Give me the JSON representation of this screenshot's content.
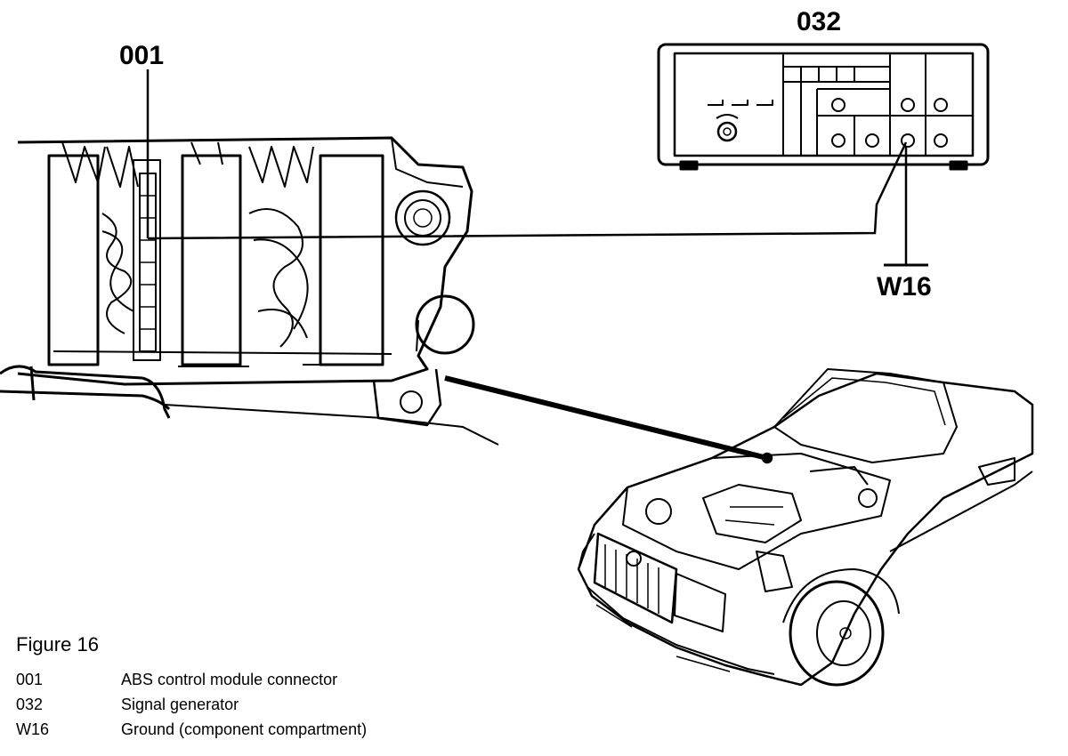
{
  "labels": {
    "connector": "001",
    "generator": "032",
    "ground": "W16"
  },
  "legend": {
    "title": "Figure 16",
    "items": [
      {
        "code": "001",
        "text": "ABS control module connector"
      },
      {
        "code": "032",
        "text": "Signal generator"
      },
      {
        "code": "W16",
        "text": "Ground (component compartment)"
      }
    ]
  }
}
